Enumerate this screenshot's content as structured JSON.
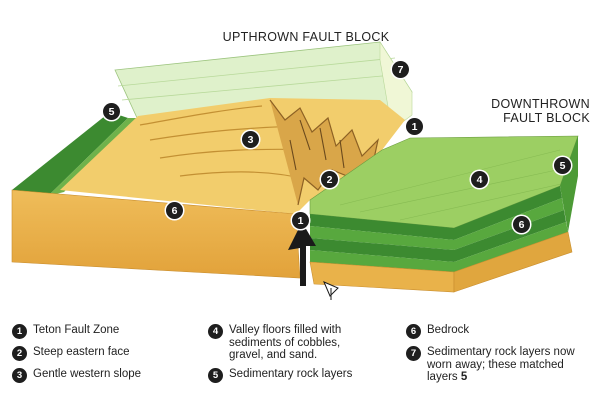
{
  "labels": {
    "upthrown": "UPTHROWN FAULT BLOCK",
    "downthrown": "DOWNTHROWN\nFAULT BLOCK"
  },
  "markers": [
    "7",
    "5",
    "3",
    "1",
    "2",
    "6",
    "1",
    "4",
    "5",
    "6"
  ],
  "legend": [
    {
      "num": "1",
      "text": "Teton Fault Zone"
    },
    {
      "num": "2",
      "text": "Steep eastern face"
    },
    {
      "num": "3",
      "text": "Gentle western slope"
    },
    {
      "num": "4",
      "text": "Valley floors filled with\nsediments of cobbles,\ngravel, and sand."
    },
    {
      "num": "5",
      "text": "Sedimentary rock layers"
    },
    {
      "num": "6",
      "text": "Bedrock"
    },
    {
      "num": "7",
      "text": "Sedimentary rock layers now\nworn away; these matched\nlayers",
      "ref": "5"
    }
  ],
  "colors": {
    "bedrock_front": "#e9b24a",
    "bedrock_top": "#f2cf72",
    "green_top": "#9ccf63",
    "green_dark": "#3c8a30",
    "green_mid": "#58a83e",
    "ghost": "#d9efc2",
    "arrow": "#1a1a1a"
  }
}
